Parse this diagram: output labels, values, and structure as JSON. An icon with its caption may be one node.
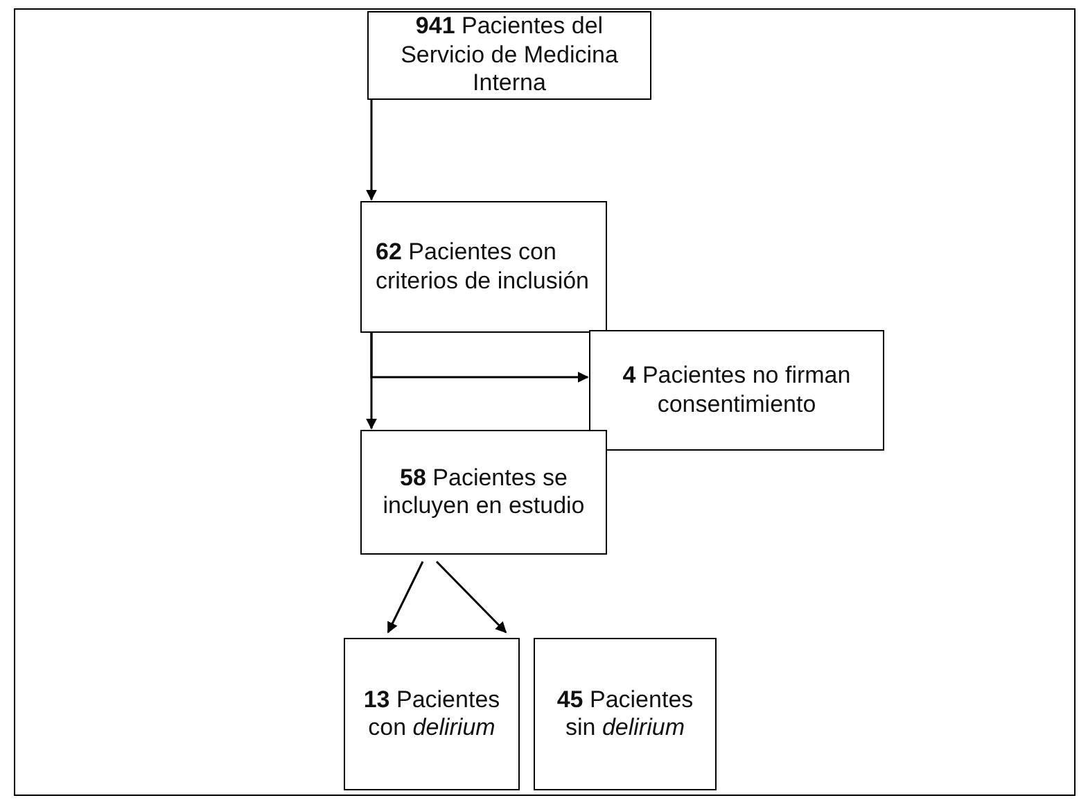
{
  "diagram": {
    "nodes": [
      {
        "text": [
          "**941** Pacientes del Servicio de Medicina Interna"
        ]
      },
      {
        "text": [
          "**62** Pacientes con criterios de inclusión"
        ]
      },
      {
        "text": [
          "**4** Pacientes no firman consentimiento"
        ]
      },
      {
        "text": [
          "**58** Pacientes se incluyen en estudio"
        ]
      },
      {
        "text": [
          "**13** Pacientes con *delirium*"
        ]
      },
      {
        "text": [
          "**45** Pacientes sin *delirium*"
        ]
      }
    ],
    "edges": [
      {
        "from": 0,
        "to": 1,
        "arrow": "to"
      },
      {
        "from": 1,
        "to": 2,
        "arrow": "to"
      },
      {
        "from": 1,
        "to": 3,
        "arrow": "to"
      },
      {
        "from": 3,
        "to": 4,
        "arrow": "to"
      },
      {
        "from": 3,
        "to": 5,
        "arrow": "to"
      }
    ]
  }
}
